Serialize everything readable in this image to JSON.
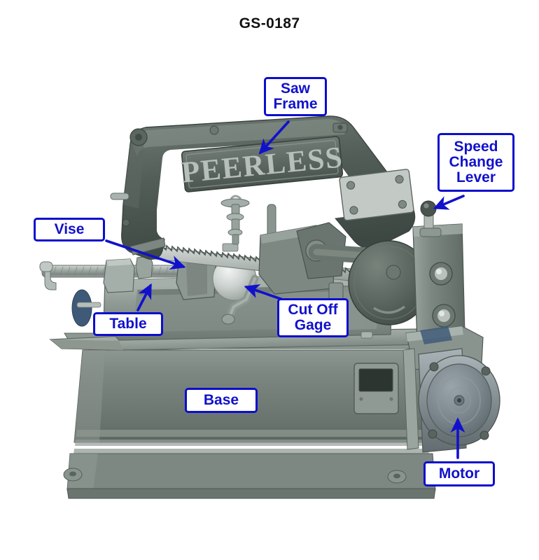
{
  "title": "GS-0187",
  "figure": {
    "subject": "Peerless power hacksaw machine",
    "brand_plate_text": "PEERLESS",
    "accent_color": "#1111cc",
    "border_color": "#0d0dcd",
    "background_color": "#ffffff",
    "body_colors": {
      "frame_dark": "#4d5650",
      "frame_mid": "#6a7670",
      "body_light": "#9aa4a0",
      "body_highlight": "#c3cac6",
      "base_gray": "#79837d",
      "blade_steel": "#b9c0bc",
      "accent_blue_part": "#3f5a78"
    }
  },
  "callouts": [
    {
      "key": "saw_frame",
      "label": "Saw\nFrame",
      "lines": 2
    },
    {
      "key": "speed_change_lever",
      "label": "Speed\nChange\nLever",
      "lines": 3
    },
    {
      "key": "vise",
      "label": "Vise",
      "lines": 1
    },
    {
      "key": "table",
      "label": "Table",
      "lines": 1
    },
    {
      "key": "cut_off_gage",
      "label": "Cut Off\nGage",
      "lines": 2
    },
    {
      "key": "base",
      "label": "Base",
      "lines": 1
    },
    {
      "key": "motor",
      "label": "Motor",
      "lines": 1
    }
  ]
}
